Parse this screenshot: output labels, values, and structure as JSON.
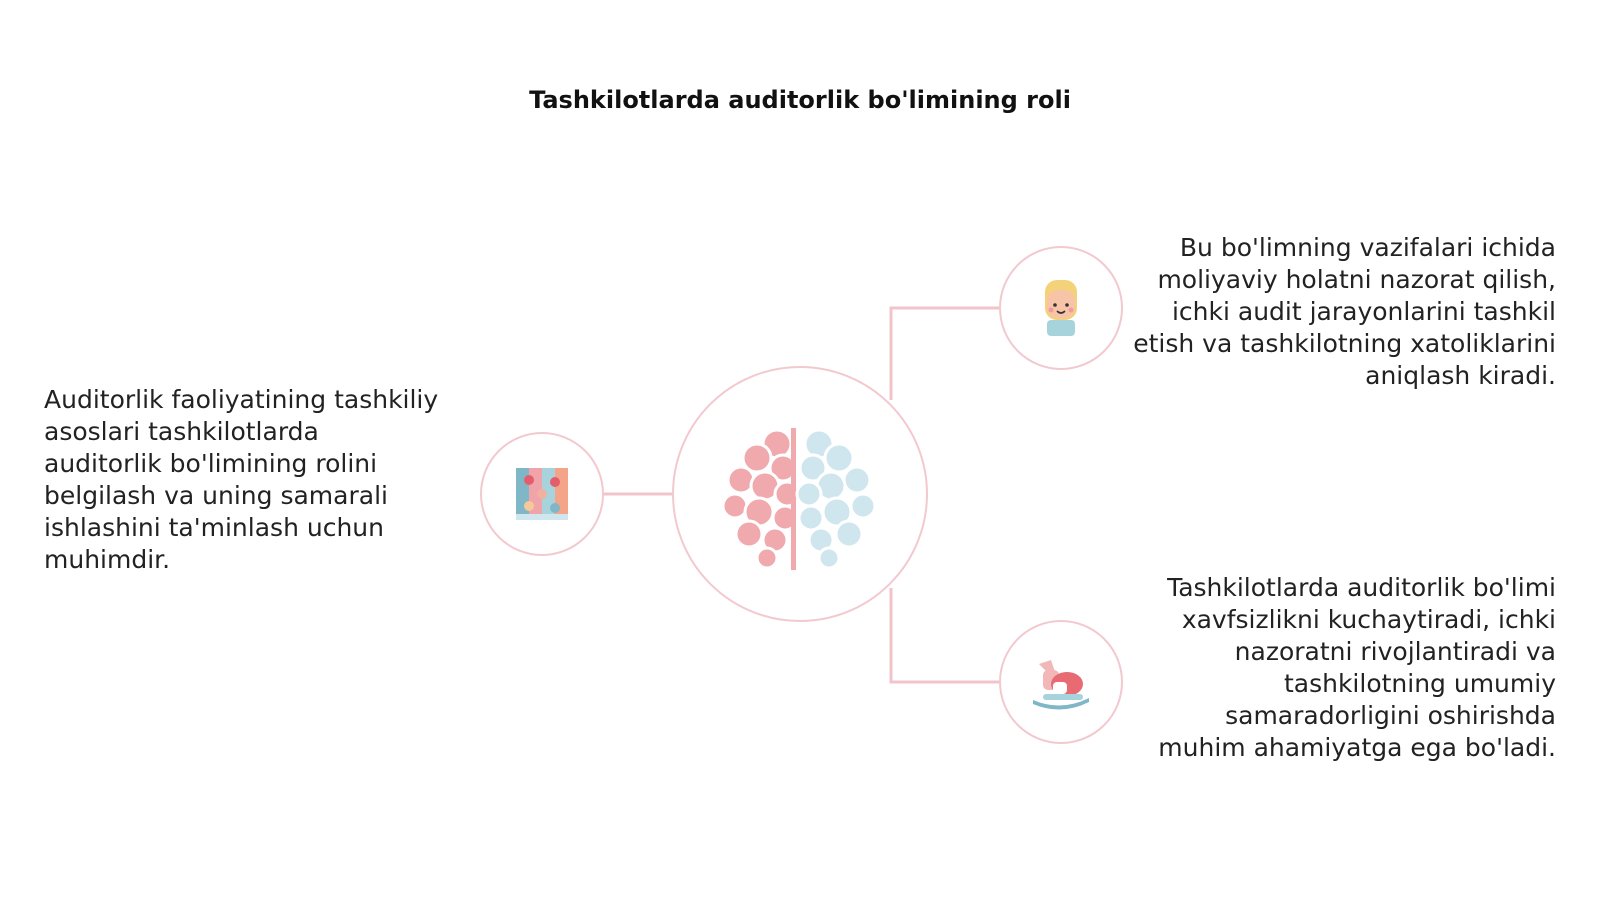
{
  "title": "Tashkilotlarda auditorlik bo'limining roli",
  "nodes": {
    "center": {
      "icon": "brain-icon"
    },
    "left": {
      "icon": "puzzle-icon"
    },
    "top_right": {
      "icon": "person-icon"
    },
    "bottom_right": {
      "icon": "rocking-horse-icon"
    }
  },
  "texts": {
    "left": "Auditorlik faoliyatining tashkiliy asoslari tashkilotlarda auditorlik bo'limining rolini belgilash va uning samarali ishlashini ta'minlash uchun muhimdir.",
    "top_right": "Bu bo'limning vazifalari ichida moliyaviy holatni nazorat qilish, ichki audit jarayonlarini tashkil etish va tashkilotning xatoliklarini aniqlash kiradi.",
    "bottom_right": "Tashkilotlarda auditorlik bo'limi xavfsizlikni kuchaytiradi, ichki nazoratni rivojlantiradi va tashkilotning umumiy samaradorligini oshirishda muhim ahamiyatga ega bo'ladi."
  },
  "colors": {
    "ring": "#f2c9cf",
    "connector": "#f0c4ca",
    "brain_left": "#f0a9ad",
    "brain_right": "#cfe6ef"
  }
}
